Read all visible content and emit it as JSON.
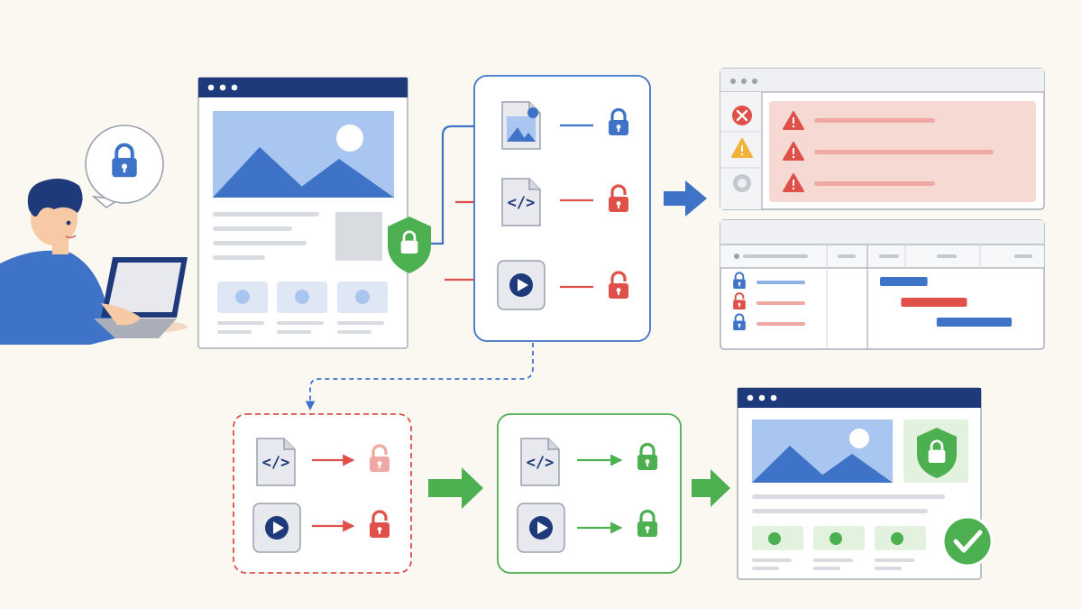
{
  "diagram": {
    "code_glyph": "</>",
    "colors": {
      "background": "#fbf8f1",
      "navy": "#1e3a7b",
      "blue": "#3f73c8",
      "light_blue": "#a9c6f0",
      "red": "#e0504a",
      "light_red": "#f6d9d3",
      "green": "#4caf50",
      "light_green": "#e3f1df",
      "amber": "#f3b13a",
      "gray_line": "#d8dbe0",
      "panel_border": "#a9aeb8"
    },
    "icons": {
      "user": "person-at-laptop-icon",
      "speech": "lock-speech-bubble-icon",
      "shield": "shield-lock-icon",
      "image_file": "image-file-icon",
      "code_file": "code-file-icon",
      "video_file": "video-play-icon",
      "lock_closed": "lock-closed-icon",
      "lock_open": "lock-open-icon",
      "error": "error-circle-icon",
      "warning": "warning-triangle-icon",
      "success": "check-circle-icon"
    },
    "resources": [
      {
        "type": "image",
        "status": "secure",
        "color": "blue"
      },
      {
        "type": "code",
        "status": "insecure",
        "color": "red"
      },
      {
        "type": "video",
        "status": "insecure",
        "color": "red"
      }
    ],
    "console_rows": [
      {
        "severity": "error"
      },
      {
        "severity": "warning"
      },
      {
        "severity": "info"
      }
    ],
    "waterfall_rows": [
      {
        "lock": "secure",
        "start": 0.0,
        "duration": 0.36
      },
      {
        "lock": "insecure",
        "start": 0.16,
        "duration": 0.5
      },
      {
        "lock": "secure",
        "start": 0.43,
        "duration": 0.57
      }
    ],
    "fix_before": [
      {
        "type": "code",
        "lock": "open-light"
      },
      {
        "type": "video",
        "lock": "open"
      }
    ],
    "fix_after": [
      {
        "type": "code",
        "lock": "closed"
      },
      {
        "type": "video",
        "lock": "closed"
      }
    ]
  }
}
